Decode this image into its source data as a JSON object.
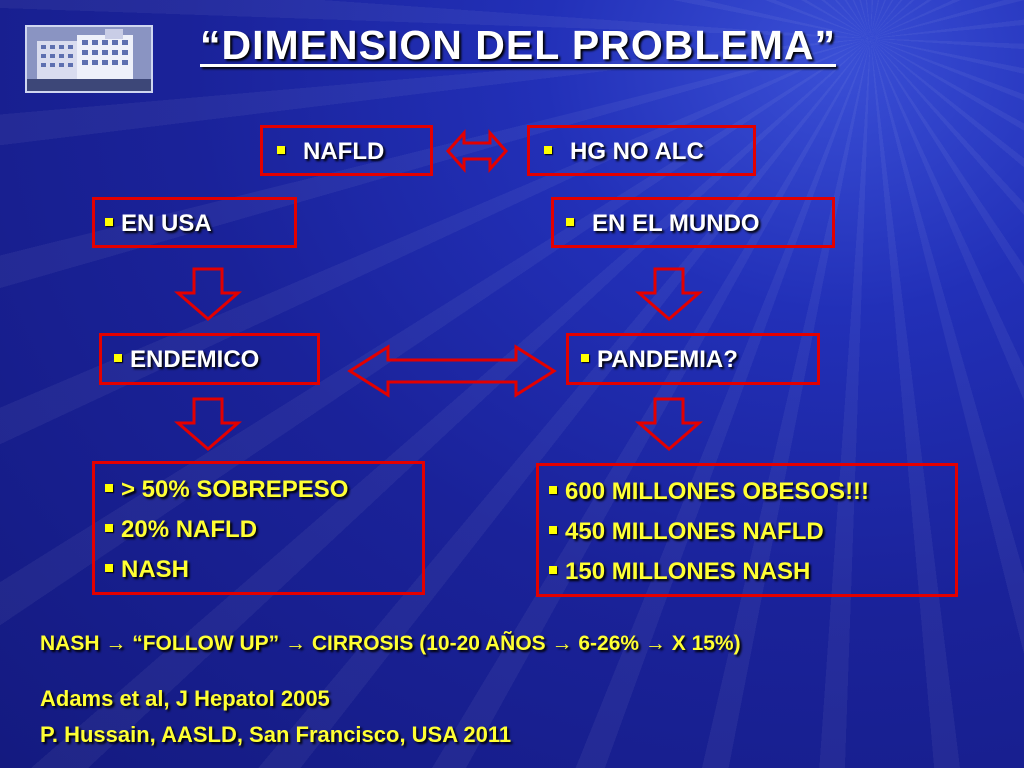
{
  "title": "“DIMENSION DEL PROBLEMA”",
  "logo": {
    "icon": "hospital-building-logo"
  },
  "boxes": {
    "nafld": "NAFLD",
    "hg_no_alc": "HG NO ALC",
    "en_usa": "EN USA",
    "en_el_mundo": "EN EL MUNDO",
    "endemico": "ENDEMICO",
    "pandemia": "PANDEMIA?"
  },
  "usa_list": [
    "> 50% SOBREPESO",
    "20% NAFLD",
    "NASH"
  ],
  "world_list": [
    "600 MILLONES OBESOS!!!",
    "450 MILLONES NAFLD",
    "150 MILLONES NASH"
  ],
  "summary": {
    "nash": "NASH",
    "follow_up": "“FOLLOW UP”",
    "cirrosis": "CIRROSIS (10-20 AÑOS",
    "range": "6-26%",
    "rate": "X 15%)"
  },
  "references": [
    "Adams et al, J Hepatol 2005",
    "P. Hussain, AASLD, San Francisco, USA 2011"
  ],
  "colors": {
    "background": "#1a2299",
    "border": "#e30000",
    "bullet": "#ffff00",
    "text_white": "#ffffff",
    "text_yellow": "#ffff33"
  }
}
